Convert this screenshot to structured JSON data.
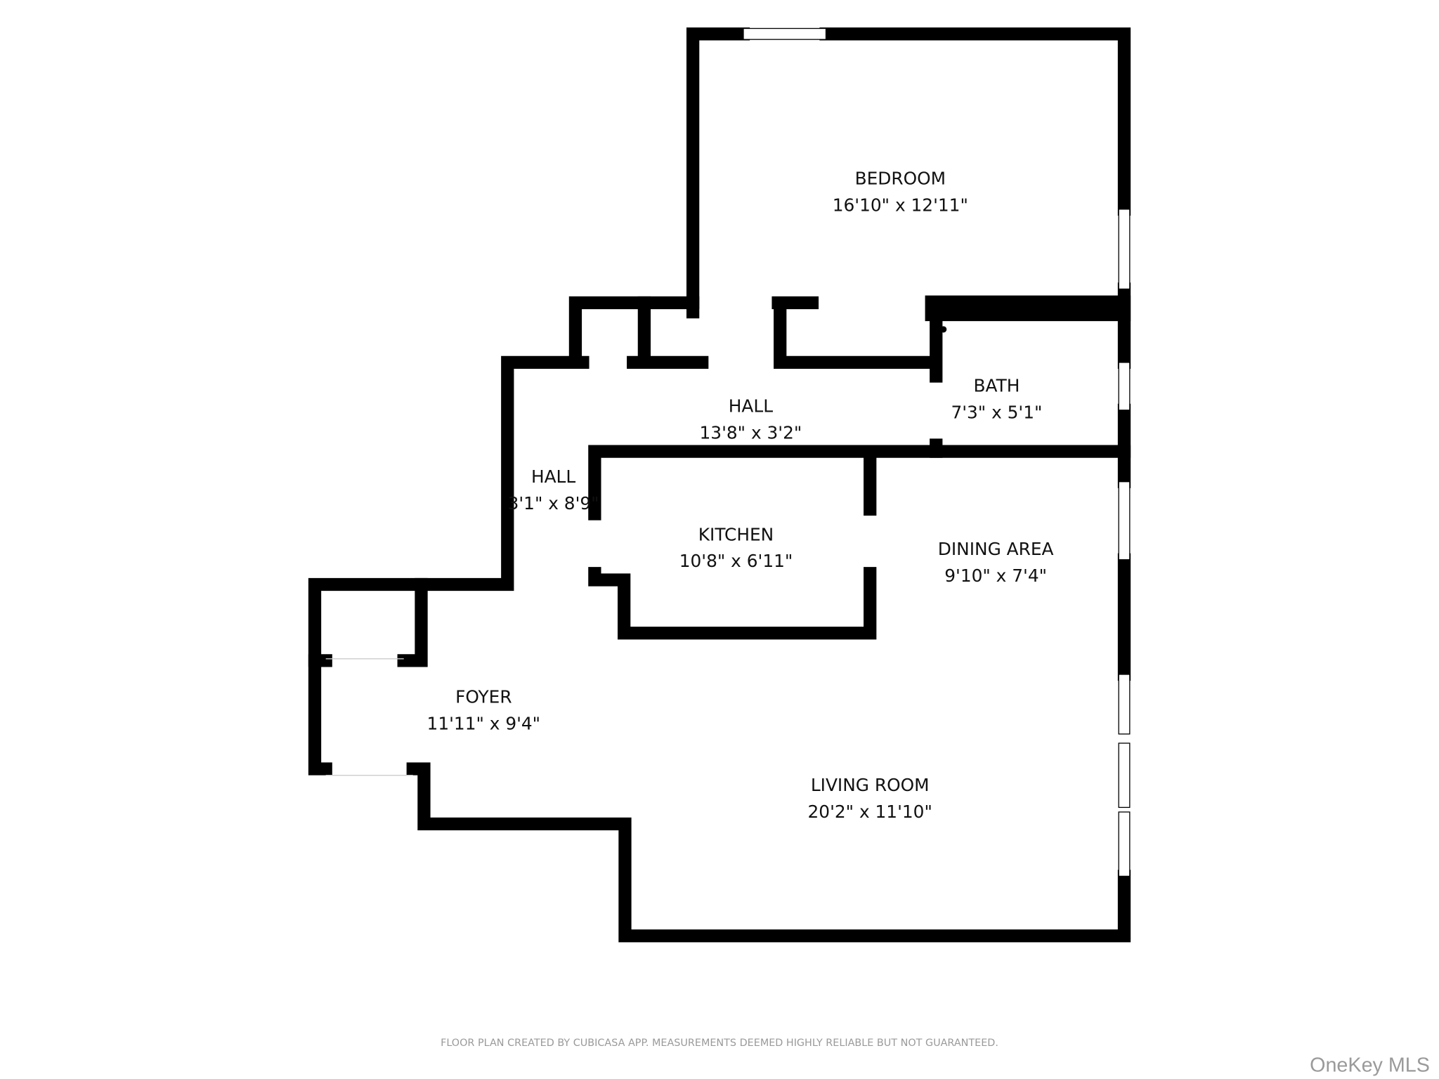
{
  "rooms": [
    {
      "name": "BEDROOM",
      "size": "16'10\" x 12'11\""
    },
    {
      "name": "HALL",
      "size": "13'8\" x 3'2\""
    },
    {
      "name": "BATH",
      "size": "7'3\" x 5'1\""
    },
    {
      "name": "HALL",
      "size": "3'1\" x 8'9\""
    },
    {
      "name": "KITCHEN",
      "size": "10'8\" x 6'11\""
    },
    {
      "name": "DINING AREA",
      "size": "9'10\" x 7'4\""
    },
    {
      "name": "FOYER",
      "size": "11'11\" x 9'4\""
    },
    {
      "name": "LIVING ROOM",
      "size": "20'2\" x 11'10\""
    }
  ],
  "disclaimer": "FLOOR PLAN CREATED BY CUBICASA APP. MEASUREMENTS DEEMED HIGHLY RELIABLE BUT NOT GUARANTEED.",
  "watermark": "OneKey MLS",
  "colors": {
    "wall": "#000000",
    "background": "#ffffff"
  }
}
